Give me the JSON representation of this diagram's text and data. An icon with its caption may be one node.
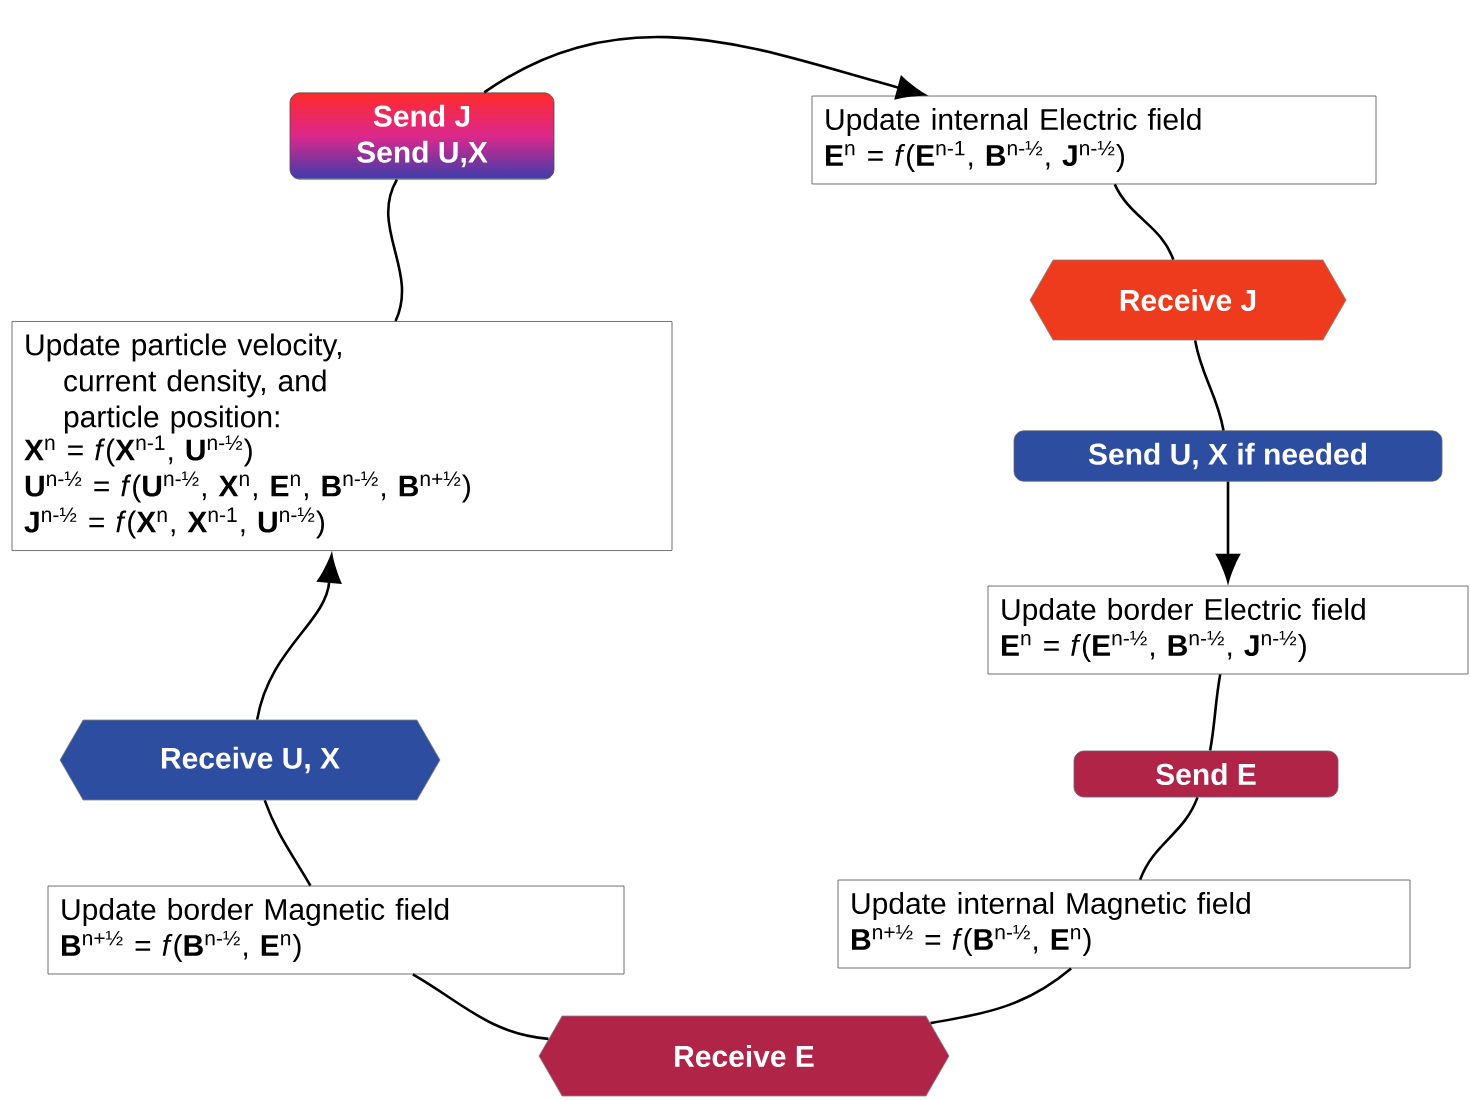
{
  "diagram": {
    "nodes": [
      {
        "text": [
          "Send J",
          "Send U,X"
        ]
      },
      {
        "text": [
          "Update internal Electric field",
          "**E**$^{n}$ = *f*(**E**$^{n-1}$, **B**$^{n-½}$, **J**$^{n-½}$)"
        ]
      },
      {
        "text": [
          "Receive J"
        ]
      },
      {
        "text": [
          "Send U, X if needed"
        ]
      },
      {
        "text": [
          "Update border Electric field",
          "**E**$^{n}$ = *f*(**E**$^{n-½}$, **B**$^{n-½}$, **J**$^{n-½}$)"
        ]
      },
      {
        "text": [
          "Send E"
        ]
      },
      {
        "text": [
          "Update internal Magnetic field",
          "**B**$^{n+½}$ = *f*(**B**$^{n-½}$, **E**$^{n}$)"
        ]
      },
      {
        "text": [
          "Receive E"
        ]
      },
      {
        "text": [
          "Update border Magnetic field",
          "**B**$^{n+½}$ = *f*(**B**$^{n-½}$, **E**$^{n}$)"
        ]
      },
      {
        "text": [
          "Receive U, X"
        ]
      },
      {
        "text": [
          "Update particle velocity, current density, and particle position:",
          "**X**$^{n}$ = *f*(**X**$^{n-1}$, **U**$^{n-½}$)",
          "**U**$^{n-½}$ = *f*(**U**$^{n-½}$, **X**$^{n}$, **E**$^{n}$, **B**$^{n-½}$, **B**$^{n+½}$)",
          "**J**$^{n-½}$ = *f*(**X**$^{n}$, **X**$^{n-1}$, **U**$^{n-½}$)"
        ]
      }
    ],
    "edges": [
      {
        "from": 0,
        "to": 1,
        "arrow": "to"
      },
      {
        "from": 1,
        "to": 2,
        "arrow": "none"
      },
      {
        "from": 2,
        "to": 3,
        "arrow": "none"
      },
      {
        "from": 3,
        "to": 4,
        "arrow": "to"
      },
      {
        "from": 4,
        "to": 5,
        "arrow": "none"
      },
      {
        "from": 5,
        "to": 6,
        "arrow": "none"
      },
      {
        "from": 6,
        "to": 7,
        "arrow": "none"
      },
      {
        "from": 7,
        "to": 8,
        "arrow": "none"
      },
      {
        "from": 8,
        "to": 9,
        "arrow": "none"
      },
      {
        "from": 9,
        "to": 10,
        "arrow": "to"
      },
      {
        "from": 10,
        "to": 0,
        "arrow": "none"
      }
    ]
  }
}
